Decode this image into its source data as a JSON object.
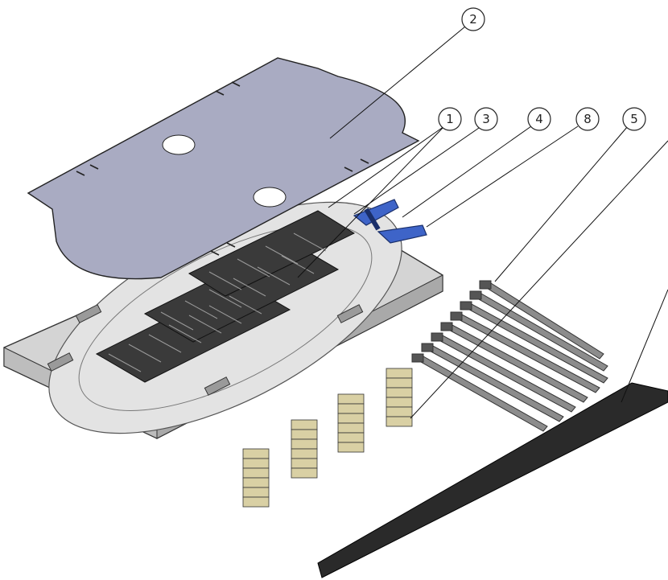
{
  "callouts": [
    {
      "id": "c2",
      "label": "2"
    },
    {
      "id": "c1",
      "label": "1"
    },
    {
      "id": "c3",
      "label": "3"
    },
    {
      "id": "c4",
      "label": "4"
    },
    {
      "id": "c8",
      "label": "8"
    },
    {
      "id": "c5",
      "label": "5"
    }
  ],
  "colors": {
    "cover": "#a9abc2",
    "tray": "#d7d7d7",
    "tray_dark": "#4a4a4a",
    "holder": "#2f2f2f",
    "clip": "#3e64c8",
    "tie": "#8c8c8c",
    "sleeve": "#d9d0a4",
    "strip": "#2a2a2a"
  }
}
